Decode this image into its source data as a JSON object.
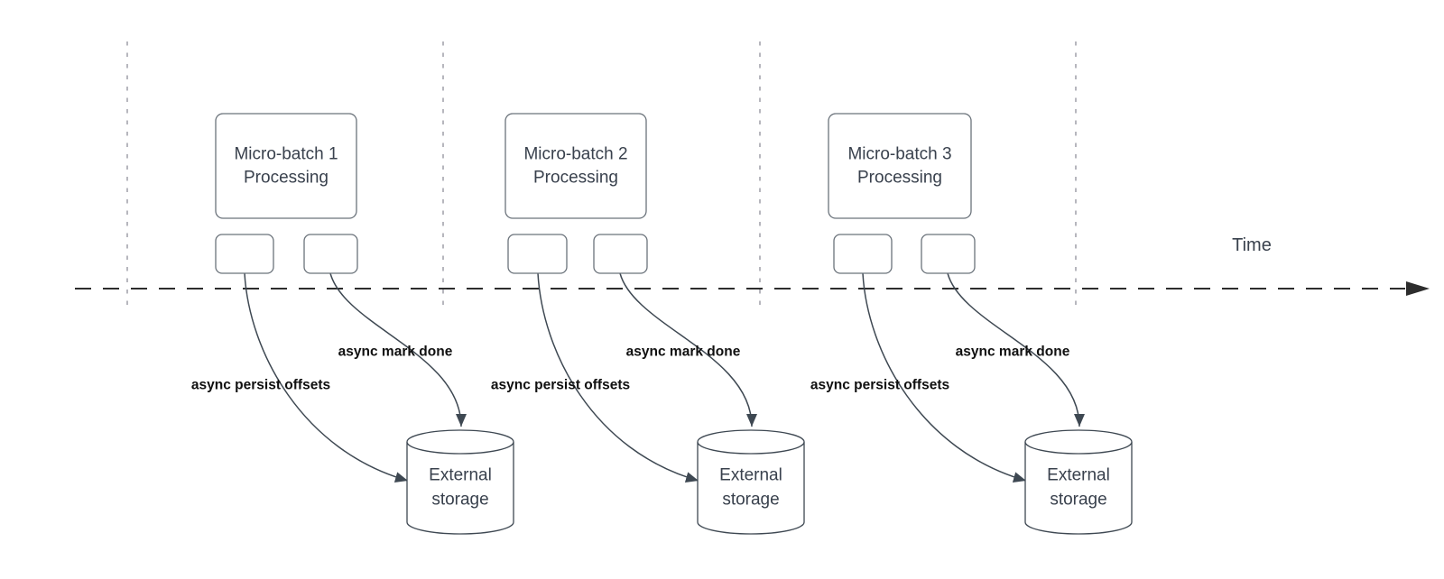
{
  "diagram": {
    "time_axis_label": "Time",
    "batches": [
      {
        "title_line1": "Micro-batch 1",
        "title_line2": "Processing",
        "persist_arrow_label": "async persist offsets",
        "mark_done_arrow_label": "async mark done",
        "storage_line1": "External",
        "storage_line2": "storage"
      },
      {
        "title_line1": "Micro-batch 2",
        "title_line2": "Processing",
        "persist_arrow_label": "async persist offsets",
        "mark_done_arrow_label": "async mark done",
        "storage_line1": "External",
        "storage_line2": "storage"
      },
      {
        "title_line1": "Micro-batch 3",
        "title_line2": "Processing",
        "persist_arrow_label": "async persist offsets",
        "mark_done_arrow_label": "async mark done",
        "storage_line1": "External",
        "storage_line2": "storage"
      }
    ],
    "colors": {
      "background": "#ffffff",
      "node_stroke": "#6b737b",
      "node_text": "#39414d",
      "arrow": "#3e4852",
      "edge_label": "#101010",
      "guide": "#a5a5ad",
      "timeline": "#2d2d2d"
    }
  }
}
